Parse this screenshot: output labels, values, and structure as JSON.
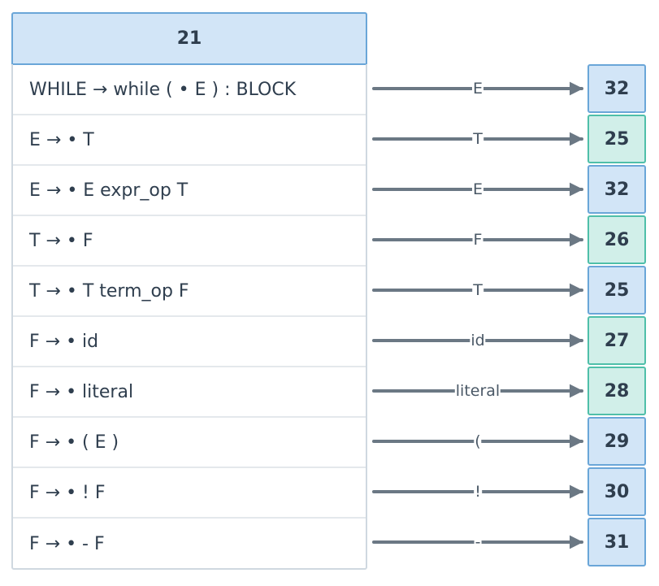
{
  "state": {
    "id": "21",
    "items": [
      "WHILE → while ( • E ) : BLOCK",
      "E → • T",
      "E → • E expr_op T",
      "T → • F",
      "T → • T term_op F",
      "F → • id",
      "F → • literal",
      "F → • ( E )",
      "F → • ! F",
      "F → • - F"
    ]
  },
  "transitions": [
    {
      "symbol": "E",
      "target": "32",
      "kind": "blue"
    },
    {
      "symbol": "T",
      "target": "25",
      "kind": "teal"
    },
    {
      "symbol": "E",
      "target": "32",
      "kind": "blue"
    },
    {
      "symbol": "F",
      "target": "26",
      "kind": "teal"
    },
    {
      "symbol": "T",
      "target": "25",
      "kind": "blue"
    },
    {
      "symbol": "id",
      "target": "27",
      "kind": "teal"
    },
    {
      "symbol": "literal",
      "target": "28",
      "kind": "teal"
    },
    {
      "symbol": "(",
      "target": "29",
      "kind": "blue"
    },
    {
      "symbol": "!",
      "target": "30",
      "kind": "blue"
    },
    {
      "symbol": "-",
      "target": "31",
      "kind": "blue"
    }
  ]
}
